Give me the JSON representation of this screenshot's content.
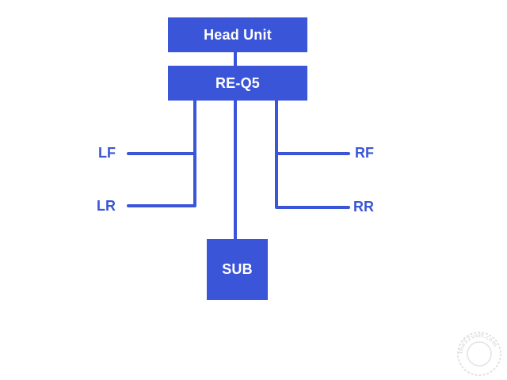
{
  "diagram": {
    "nodes": {
      "head_unit": "Head Unit",
      "processor": "RE-Q5",
      "sub": "SUB"
    },
    "speakers": {
      "left_front": "LF",
      "left_rear": "LR",
      "right_front": "RF",
      "right_rear": "RR"
    },
    "colors": {
      "accent": "#3b55d9",
      "box_text": "#ffffff",
      "background": "#ffffff",
      "watermark": "#e2e2e2"
    }
  },
  "watermark": {
    "text": "the12volt.com",
    "icon": "seal-watermark-icon"
  }
}
